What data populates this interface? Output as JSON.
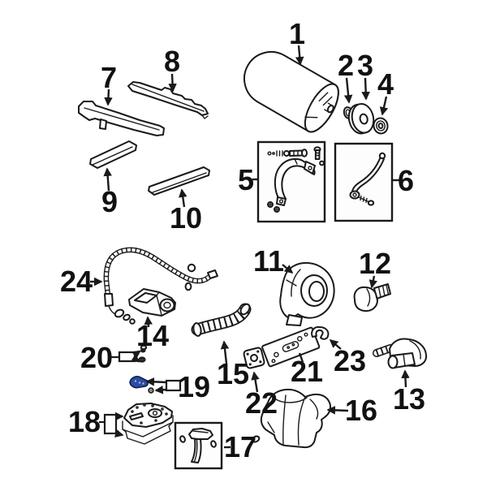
{
  "diagram": {
    "background_color": "#ffffff",
    "line_color": "#1a1a1a",
    "highlight": {
      "callout": "19",
      "color": "#2b4ea3"
    },
    "callouts": [
      {
        "number": "1"
      },
      {
        "number": "2"
      },
      {
        "number": "3"
      },
      {
        "number": "4"
      },
      {
        "number": "5"
      },
      {
        "number": "6"
      },
      {
        "number": "7"
      },
      {
        "number": "8"
      },
      {
        "number": "9"
      },
      {
        "number": "10"
      },
      {
        "number": "11"
      },
      {
        "number": "12"
      },
      {
        "number": "13"
      },
      {
        "number": "14"
      },
      {
        "number": "15"
      },
      {
        "number": "16"
      },
      {
        "number": "17"
      },
      {
        "number": "18"
      },
      {
        "number": "19",
        "highlighted": true
      },
      {
        "number": "20"
      },
      {
        "number": "21"
      },
      {
        "number": "22"
      },
      {
        "number": "23"
      },
      {
        "number": "24"
      }
    ]
  }
}
